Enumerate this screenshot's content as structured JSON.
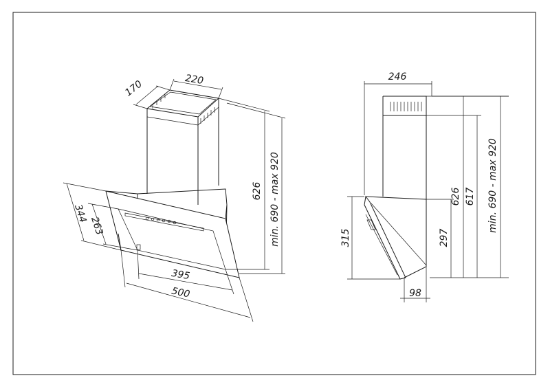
{
  "colors": {
    "line": "#1a1a1a",
    "background": "#ffffff"
  },
  "dimensions": {
    "isometric": {
      "chimney_width": "220",
      "chimney_depth": "170",
      "chimney_height": "626",
      "total_height": "min. 690 - max 920",
      "hood_depth": "344",
      "glass_depth": "263",
      "glass_width": "395",
      "hood_width": "500"
    },
    "side": {
      "top_depth": "246",
      "chimney_height": "626",
      "height_617": "617",
      "total_height": "min. 690 - max 920",
      "hood_height": "315",
      "glass_height": "297",
      "bottom_depth": "98"
    }
  }
}
